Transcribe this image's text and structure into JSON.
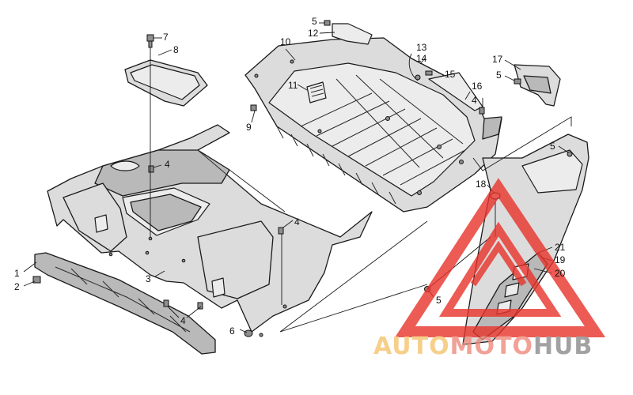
{
  "callouts": [
    {
      "id": "c1",
      "text": "1"
    },
    {
      "id": "c2",
      "text": "2"
    },
    {
      "id": "c3",
      "text": "3"
    },
    {
      "id": "c4a",
      "text": "4"
    },
    {
      "id": "c4b",
      "text": "4"
    },
    {
      "id": "c4c",
      "text": "4"
    },
    {
      "id": "c4d",
      "text": "4"
    },
    {
      "id": "c5a",
      "text": "5"
    },
    {
      "id": "c5b",
      "text": "5"
    },
    {
      "id": "c5c",
      "text": "5"
    },
    {
      "id": "c5d",
      "text": "5"
    },
    {
      "id": "c6",
      "text": "6"
    },
    {
      "id": "c7",
      "text": "7"
    },
    {
      "id": "c8",
      "text": "8"
    },
    {
      "id": "c9",
      "text": "9"
    },
    {
      "id": "c10",
      "text": "10"
    },
    {
      "id": "c11",
      "text": "11"
    },
    {
      "id": "c12",
      "text": "12"
    },
    {
      "id": "c13",
      "text": "13"
    },
    {
      "id": "c14",
      "text": "14"
    },
    {
      "id": "c15",
      "text": "15"
    },
    {
      "id": "c16",
      "text": "16"
    },
    {
      "id": "c17",
      "text": "17"
    },
    {
      "id": "c18",
      "text": "18"
    },
    {
      "id": "c19",
      "text": "19"
    },
    {
      "id": "c20",
      "text": "20"
    },
    {
      "id": "c21",
      "text": "21"
    }
  ],
  "watermark": {
    "part1": "AUTO",
    "part2": "MOTO",
    "part3": "HUB",
    "color_auto": "#f4c46e",
    "color_moto": "#f08a7c",
    "color_hub": "#8c8c8c",
    "logo_color": "#e8332a"
  }
}
